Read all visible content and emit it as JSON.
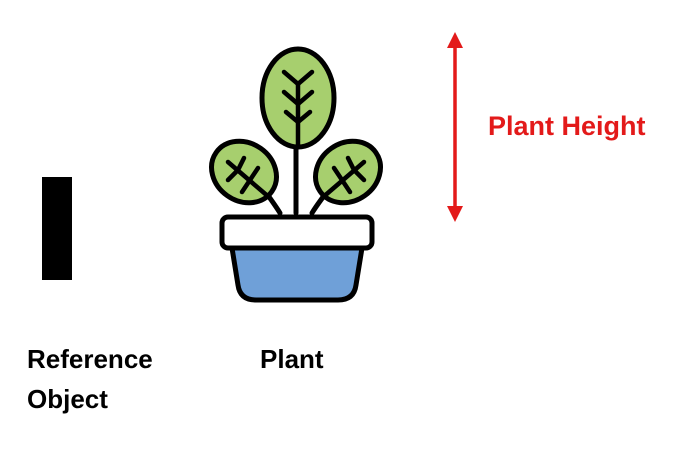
{
  "labels": {
    "reference_line1": "Reference",
    "reference_line2": "Object",
    "plant": "Plant",
    "plant_height": "Plant Height"
  },
  "colors": {
    "reference_object": "#000000",
    "leaf_fill": "#a7cf6e",
    "pot_rim": "#ffffff",
    "pot_body": "#6fa0d8",
    "outline": "#000000",
    "height_arrow": "#e31a1a",
    "height_label": "#e31a1a"
  },
  "icons": {
    "reference": "reference-object-bar",
    "plant": "potted-plant-icon",
    "measure": "double-headed-arrow-icon"
  }
}
